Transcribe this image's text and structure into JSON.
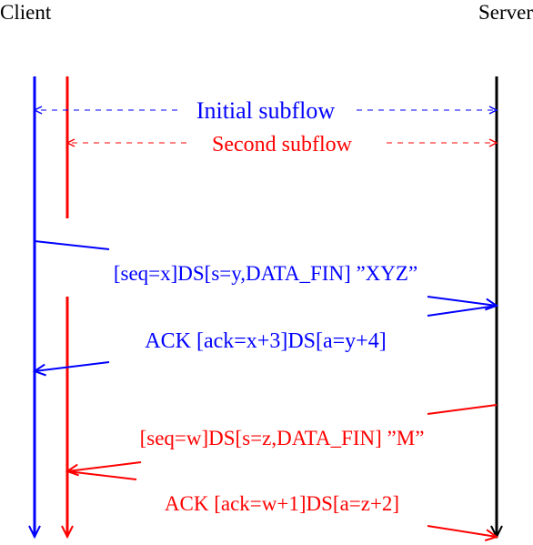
{
  "headers": {
    "client": "Client",
    "server": "Server"
  },
  "subflows": {
    "initial": "Initial subflow",
    "second": "Second subflow"
  },
  "messages": [
    {
      "text": "[seq=x]DS[s=y,DATA_FIN] ”XYZ”"
    },
    {
      "text": "ACK [ack=x+3]DS[a=y+4]"
    },
    {
      "text": "[seq=w]DS[s=z,DATA_FIN] ”M”"
    },
    {
      "text": "ACK [ack=w+1]DS[a=z+2]"
    }
  ],
  "colors": {
    "initial_subflow": "#0000ff",
    "second_subflow": "#ff0000",
    "server": "#000000"
  }
}
